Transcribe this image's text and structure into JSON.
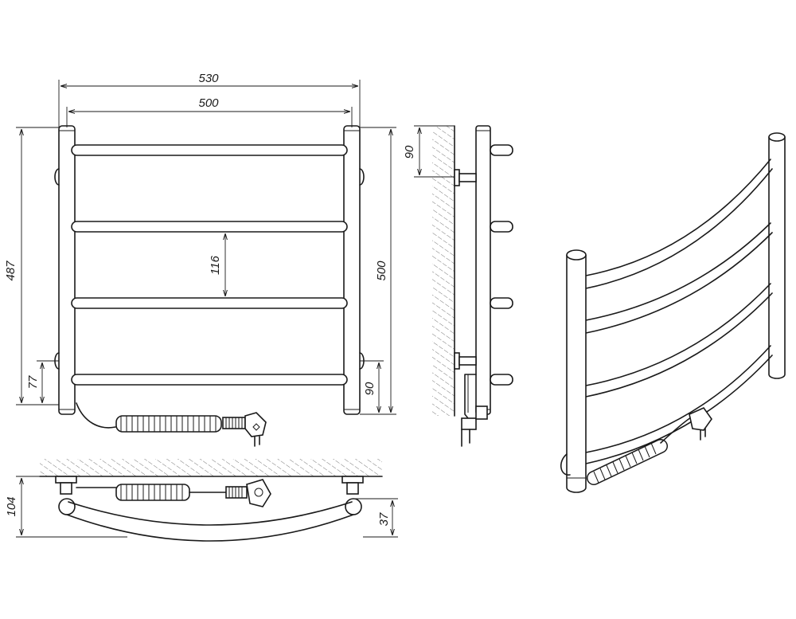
{
  "dimensions": {
    "width_outer": "530",
    "width_inner": "500",
    "height_total": "487",
    "bar_spacing": "116",
    "height_side": "500",
    "bottom_offset": "77",
    "bottom_mount": "90",
    "side_top_mount": "90",
    "depth_total": "104",
    "depth_front": "37"
  }
}
